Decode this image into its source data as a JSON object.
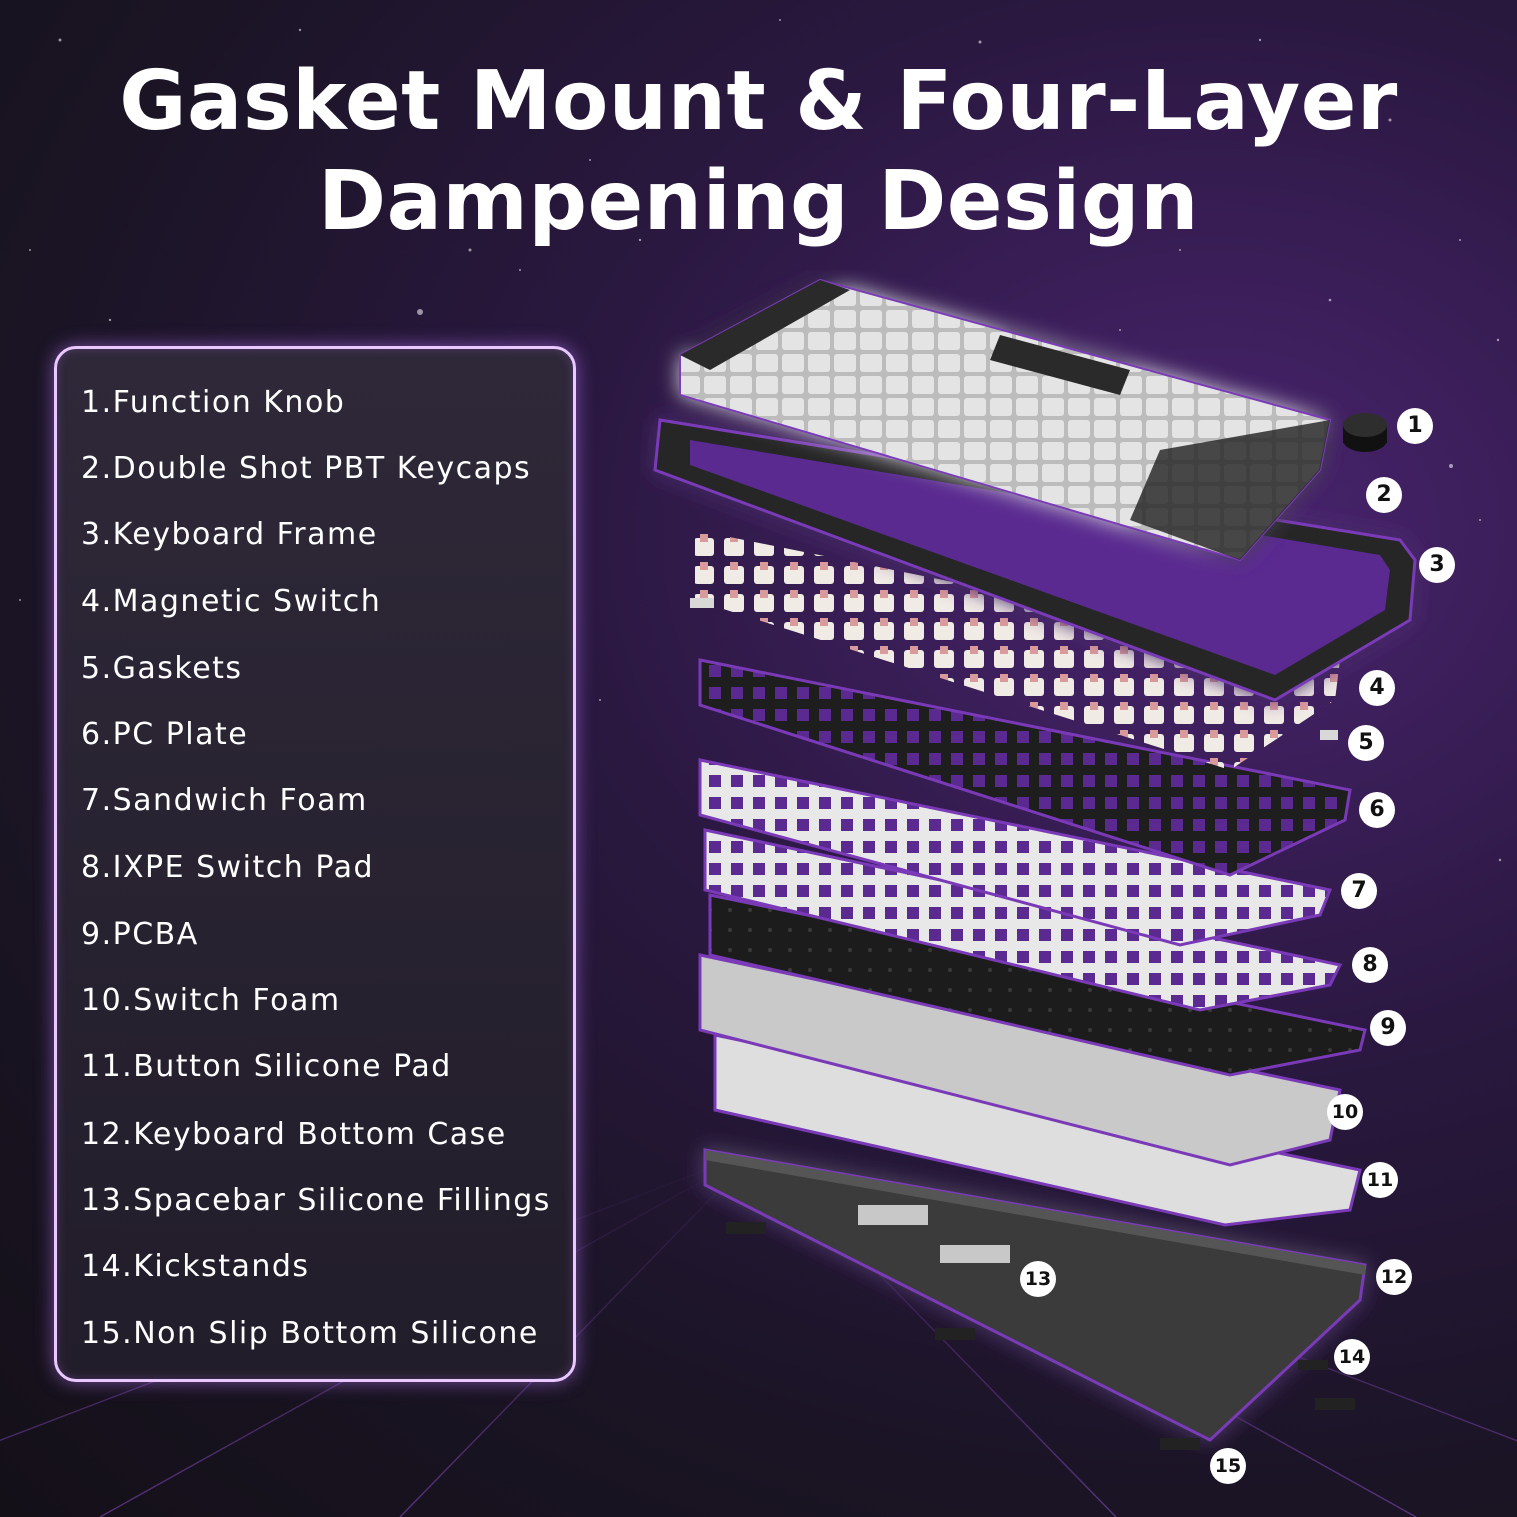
{
  "title": {
    "line1": "Gasket Mount & Four-Layer",
    "line2": "Dampening Design"
  },
  "components": [
    "1.Function Knob",
    "2.Double Shot PBT Keycaps",
    "3.Keyboard Frame",
    "4.Magnetic Switch",
    "5.Gaskets",
    "6.PC Plate",
    "7.Sandwich Foam",
    "8.IXPE Switch Pad",
    "9.PCBA",
    "10.Switch Foam",
    "11.Button Silicone Pad",
    "12.Keyboard Bottom Case",
    "13.Spacebar Silicone Fillings",
    "14.Kickstands",
    "15.Non Slip Bottom Silicone"
  ],
  "callouts": [
    "1",
    "2",
    "3",
    "4",
    "5",
    "6",
    "7",
    "8",
    "9",
    "10",
    "11",
    "12",
    "13",
    "14",
    "15"
  ],
  "colors": {
    "background": "#1a1424",
    "glow": "#7a3ab8",
    "panel_border": "#e9c8ff",
    "keycap_light": "#dcdcdc",
    "keycap_dark": "#2b2b2b",
    "switch_pink": "#d89a9a"
  }
}
